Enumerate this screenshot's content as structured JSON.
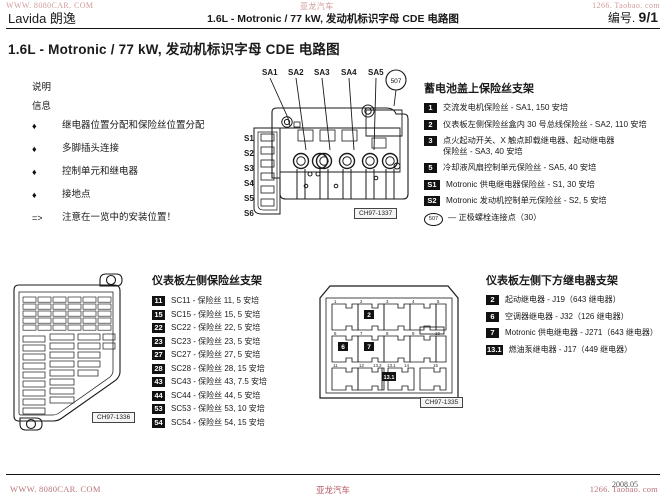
{
  "watermarks": {
    "top_left": "WWW. 8080CAR. COM",
    "top_center": "亚龙汽车",
    "top_right": "1266. Taobao. com"
  },
  "header": {
    "model": "Lavida 朗逸",
    "doc_title": "1.6L - Motronic / 77 kW,  发动机标识字母 CDE 电路图",
    "number_label": "编号.",
    "number_value": "9/1"
  },
  "page_title": "1.6L - Motronic / 77 kW,  发动机标识字母 CDE 电路图",
  "notes": {
    "lead_1": "说明",
    "lead_2": "信息",
    "items": [
      {
        "bullet": "♦",
        "text": "继电器位置分配和保险丝位置分配"
      },
      {
        "bullet": "♦",
        "text": "多脚插头连接"
      },
      {
        "bullet": "♦",
        "text": "控制单元和继电器"
      },
      {
        "bullet": "♦",
        "text": "接地点"
      },
      {
        "bullet": "=>",
        "text": "注意在一览中的安装位置！"
      }
    ]
  },
  "battery_fuse_legend": {
    "title": "蓄电池盖上保险丝支架",
    "rows": [
      {
        "chip": "1",
        "desc": "交流发电机保险丝 - SA1,  150 安培"
      },
      {
        "chip": "2",
        "desc": "仪表板左侧保险丝盒内 30 号总线保险丝 - SA2,  110 安培"
      },
      {
        "chip": "3",
        "desc": "点火起动开关、X 触点卸载继电器、起动继电器\n保险丝 - SA3,  40 安培"
      },
      {
        "chip": "5",
        "desc": "冷却液风扇控制单元保险丝 - SA5,  40 安培"
      },
      {
        "chip": "S1",
        "desc": "Motronic 供电继电器保险丝 - S1,  30 安培"
      },
      {
        "chip": "S2",
        "desc": "Motronic 发动机控制单元保险丝 - S2,  5 安培"
      }
    ],
    "ring_row": {
      "chip": "507",
      "desc": "— 正极螺栓连接点（30）"
    }
  },
  "top_diagram": {
    "sa_labels": [
      "SA1",
      "SA2",
      "SA3",
      "SA4",
      "SA5"
    ],
    "ring_label": "507",
    "s_labels": [
      "S1",
      "S2",
      "S3",
      "S4",
      "S5",
      "S6"
    ],
    "tag": "CH97-1337"
  },
  "fuse_box_diagram": {
    "tag": "CH97-1336"
  },
  "fuse_list": {
    "title": "仪表板左侧保险丝支架",
    "rows": [
      {
        "chip": "11",
        "desc": "SC11 - 保险丝 11,  5 安培"
      },
      {
        "chip": "15",
        "desc": "SC15 - 保险丝 15,  5 安培"
      },
      {
        "chip": "22",
        "desc": "SC22 - 保险丝 22,  5 安培"
      },
      {
        "chip": "23",
        "desc": "SC23 - 保险丝 23,  5 安培"
      },
      {
        "chip": "27",
        "desc": "SC27 - 保险丝 27,  5 安培"
      },
      {
        "chip": "28",
        "desc": "SC28 - 保险丝 28,  15 安培"
      },
      {
        "chip": "43",
        "desc": "SC43 - 保险丝 43,  7.5 安培"
      },
      {
        "chip": "44",
        "desc": "SC44 - 保险丝 44,  5 安培"
      },
      {
        "chip": "53",
        "desc": "SC53 - 保险丝 53,  10 安培"
      },
      {
        "chip": "54",
        "desc": "SC54 - 保险丝 54,  15 安培"
      }
    ]
  },
  "relay_diagram": {
    "tag": "CH97-1335",
    "slot_numbers_row1": [
      "1",
      "2",
      "3",
      "4",
      "5"
    ],
    "slot_numbers_row2": [
      "6",
      "7",
      "8",
      "9",
      "10"
    ],
    "slot_numbers_row3": [
      "11",
      "12",
      "13.2",
      "13.1",
      "14",
      "15"
    ],
    "highlighted": [
      "2",
      "6",
      "7",
      "13.1"
    ]
  },
  "relay_legend": {
    "title": "仪表板左侧下方继电器支架",
    "rows": [
      {
        "chip": "2",
        "desc": "起动继电器 - J19（643 继电器）"
      },
      {
        "chip": "6",
        "desc": "空调器继电器 - J32（126 继电器）"
      },
      {
        "chip": "7",
        "desc": "Motronic 供电继电器 - J271（643 继电器）"
      },
      {
        "chip": "13.1",
        "desc": "燃油泵继电器 - J17（449 继电器）"
      }
    ]
  },
  "footer": {
    "left": "WWW. 8080CAR. COM",
    "center": "亚龙汽车",
    "right": "1266. Taobao. com",
    "date": "2008.05"
  },
  "colors": {
    "watermark": "#c98a8a",
    "ink": "#111111",
    "chip_bg": "#111111"
  }
}
